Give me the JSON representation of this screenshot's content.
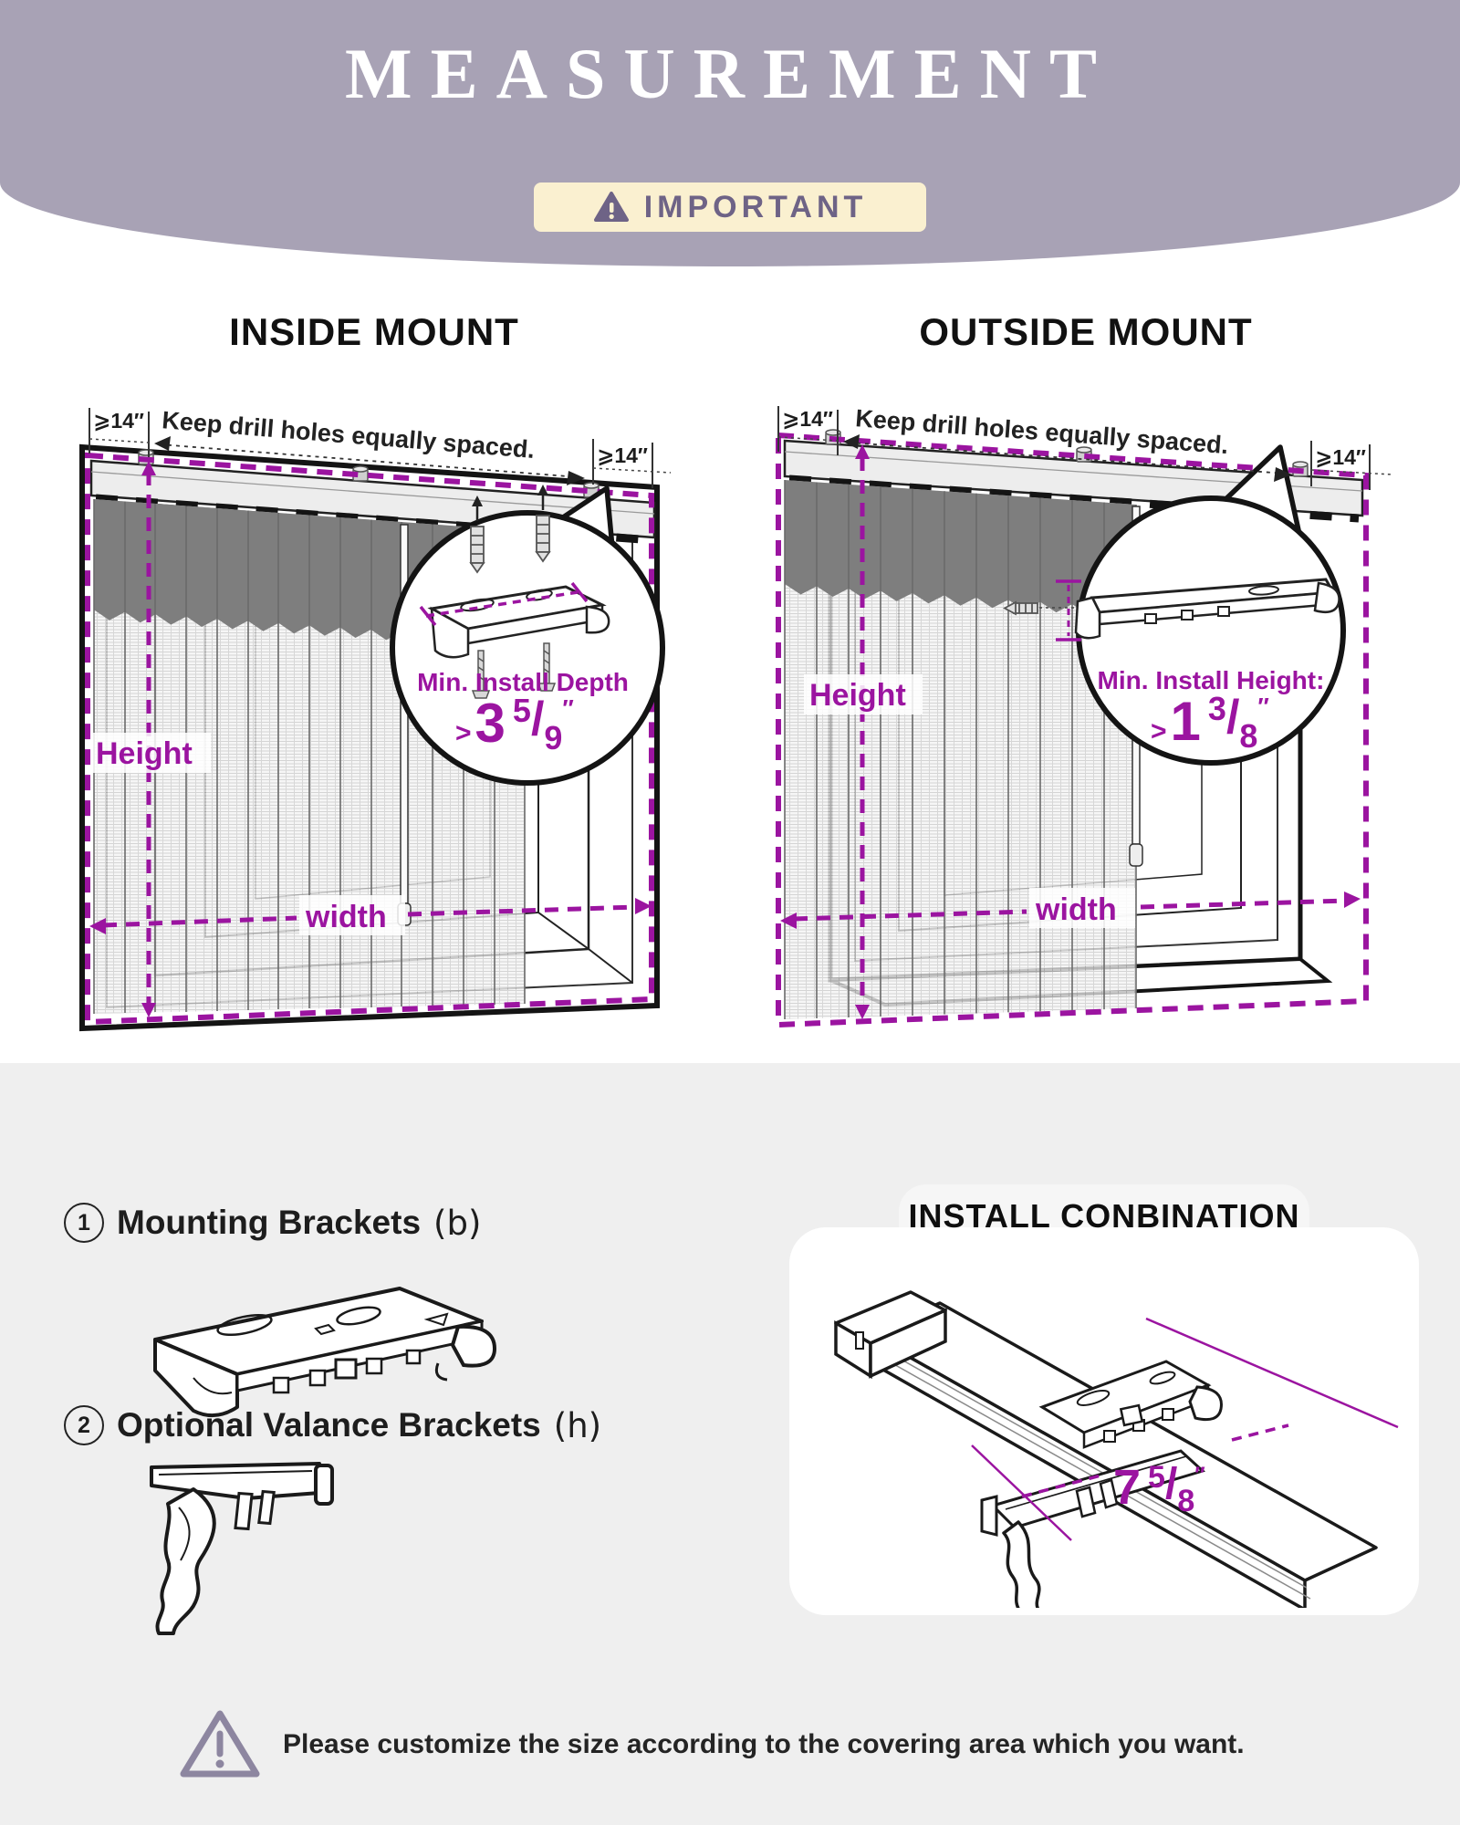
{
  "header": {
    "title": "MEASUREMENT",
    "badge": "IMPORTANT"
  },
  "inside": {
    "title": "INSIDE MOUNT",
    "gap_left": "⩾14″",
    "gap_right": "⩾14″",
    "drill_note": "Keep drill holes equally spaced.",
    "height": "Height",
    "width": "width",
    "callout_caption": "Min. Install Depth",
    "value": {
      "prefix": ">",
      "whole": "3",
      "num": "5",
      "slash": "/",
      "den": "9",
      "unit": "″"
    }
  },
  "outside": {
    "title": "OUTSIDE MOUNT",
    "gap_left": "⩾14″",
    "gap_right": "⩾14″",
    "drill_note": "Keep drill holes equally spaced.",
    "height": "Height",
    "width": "width",
    "callout_caption": "Min. Install Height:",
    "value": {
      "prefix": ">",
      "whole": "1",
      "num": "3",
      "slash": "/",
      "den": "8",
      "unit": "″"
    }
  },
  "parts": {
    "item1": {
      "num": "1",
      "label": "Mounting Brackets",
      "code": "(b)"
    },
    "item2": {
      "num": "2",
      "label": "Optional Valance Brackets",
      "code": "(h)"
    }
  },
  "install": {
    "title": "INSTALL CONBINATION",
    "dim": {
      "whole": "7",
      "num": "5",
      "slash": "/",
      "den": "8",
      "unit": "″"
    }
  },
  "footer": {
    "note": "Please customize the size according to the covering area which you want."
  },
  "colors": {
    "accent": "#9b14a0",
    "header_bg": "#a8a2b5",
    "badge_bg": "#faf0d0",
    "badge_fg": "#6e6386",
    "section_bg": "#efefef",
    "vane_gray": "#7e7e7e"
  }
}
